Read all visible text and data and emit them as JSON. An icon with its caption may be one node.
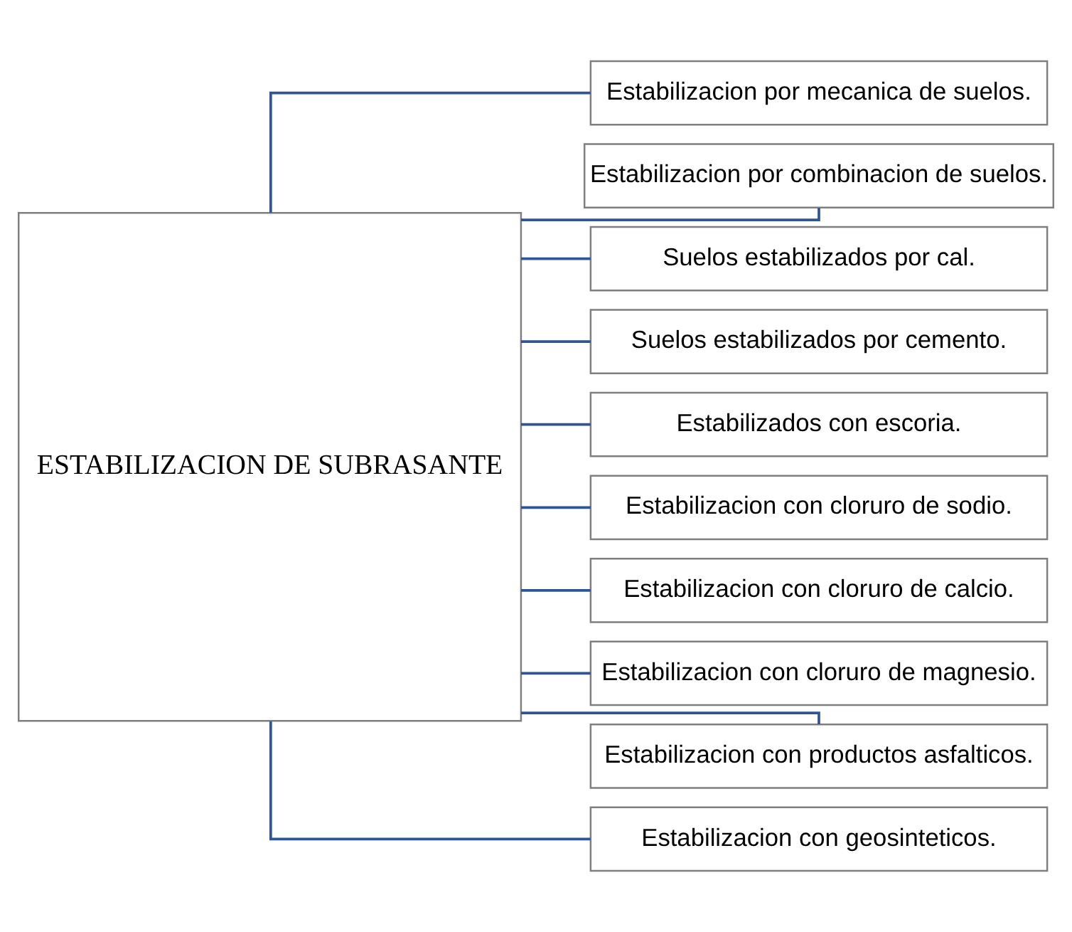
{
  "diagram": {
    "nodes": [
      {
        "text": [
          "ESTABILIZACION DE SUBRASANTE"
        ]
      },
      {
        "text": [
          "Estabilizacion por mecanica de suelos."
        ]
      },
      {
        "text": [
          "Estabilizacion por combinacion de suelos."
        ]
      },
      {
        "text": [
          "Suelos estabilizados por cal."
        ]
      },
      {
        "text": [
          "Suelos estabilizados por cemento."
        ]
      },
      {
        "text": [
          "Estabilizados con escoria."
        ]
      },
      {
        "text": [
          "Estabilizacion con cloruro de sodio."
        ]
      },
      {
        "text": [
          "Estabilizacion con cloruro de calcio."
        ]
      },
      {
        "text": [
          "Estabilizacion con cloruro de magnesio."
        ]
      },
      {
        "text": [
          "Estabilizacion con productos asfalticos."
        ]
      },
      {
        "text": [
          "Estabilizacion con geosinteticos."
        ]
      }
    ],
    "edges": [
      {
        "from": 0,
        "to": 1,
        "arrow": "none"
      },
      {
        "from": 0,
        "to": 2,
        "arrow": "none"
      },
      {
        "from": 0,
        "to": 3,
        "arrow": "none"
      },
      {
        "from": 0,
        "to": 4,
        "arrow": "none"
      },
      {
        "from": 0,
        "to": 5,
        "arrow": "none"
      },
      {
        "from": 0,
        "to": 6,
        "arrow": "none"
      },
      {
        "from": 0,
        "to": 7,
        "arrow": "none"
      },
      {
        "from": 0,
        "to": 8,
        "arrow": "none"
      },
      {
        "from": 0,
        "to": 9,
        "arrow": "none"
      },
      {
        "from": 0,
        "to": 10,
        "arrow": "none"
      }
    ]
  }
}
